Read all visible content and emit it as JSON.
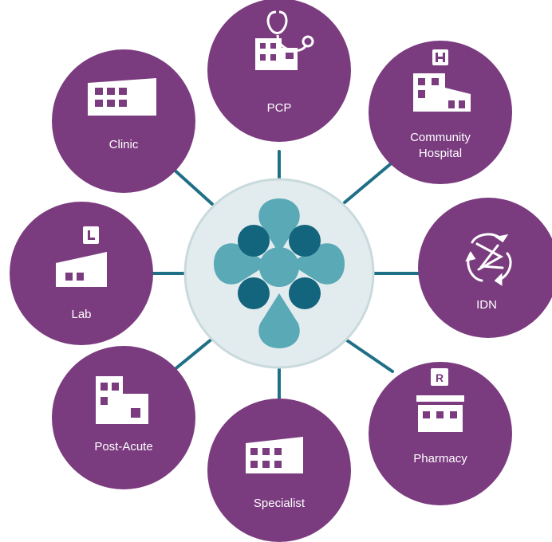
{
  "colors": {
    "node_fill": "#7a3b7f",
    "connector": "#1f6f86",
    "hub_fill": "#e2ecee",
    "hub_ring": "#c9dadd",
    "dark_teal": "#13647d",
    "light_teal": "#5aa9b6",
    "icon": "#ffffff"
  },
  "nodes": {
    "pcp": {
      "label": "PCP",
      "icon": "stethoscope-building-icon"
    },
    "community_hospital": {
      "line1": "Community",
      "line2": "Hospital",
      "icon": "hospital-icon"
    },
    "idn": {
      "label": "IDN",
      "icon": "network-arrows-icon"
    },
    "pharmacy": {
      "label": "Pharmacy",
      "icon": "pharmacy-icon"
    },
    "specialist": {
      "label": "Specialist",
      "icon": "building-icon"
    },
    "post_acute": {
      "label": "Post-Acute",
      "icon": "post-acute-building-icon"
    },
    "lab": {
      "label": "Lab",
      "icon": "lab-building-icon"
    },
    "clinic": {
      "label": "Clinic",
      "icon": "clinic-building-icon"
    }
  },
  "hub": {
    "icon": "network-logo-icon"
  }
}
